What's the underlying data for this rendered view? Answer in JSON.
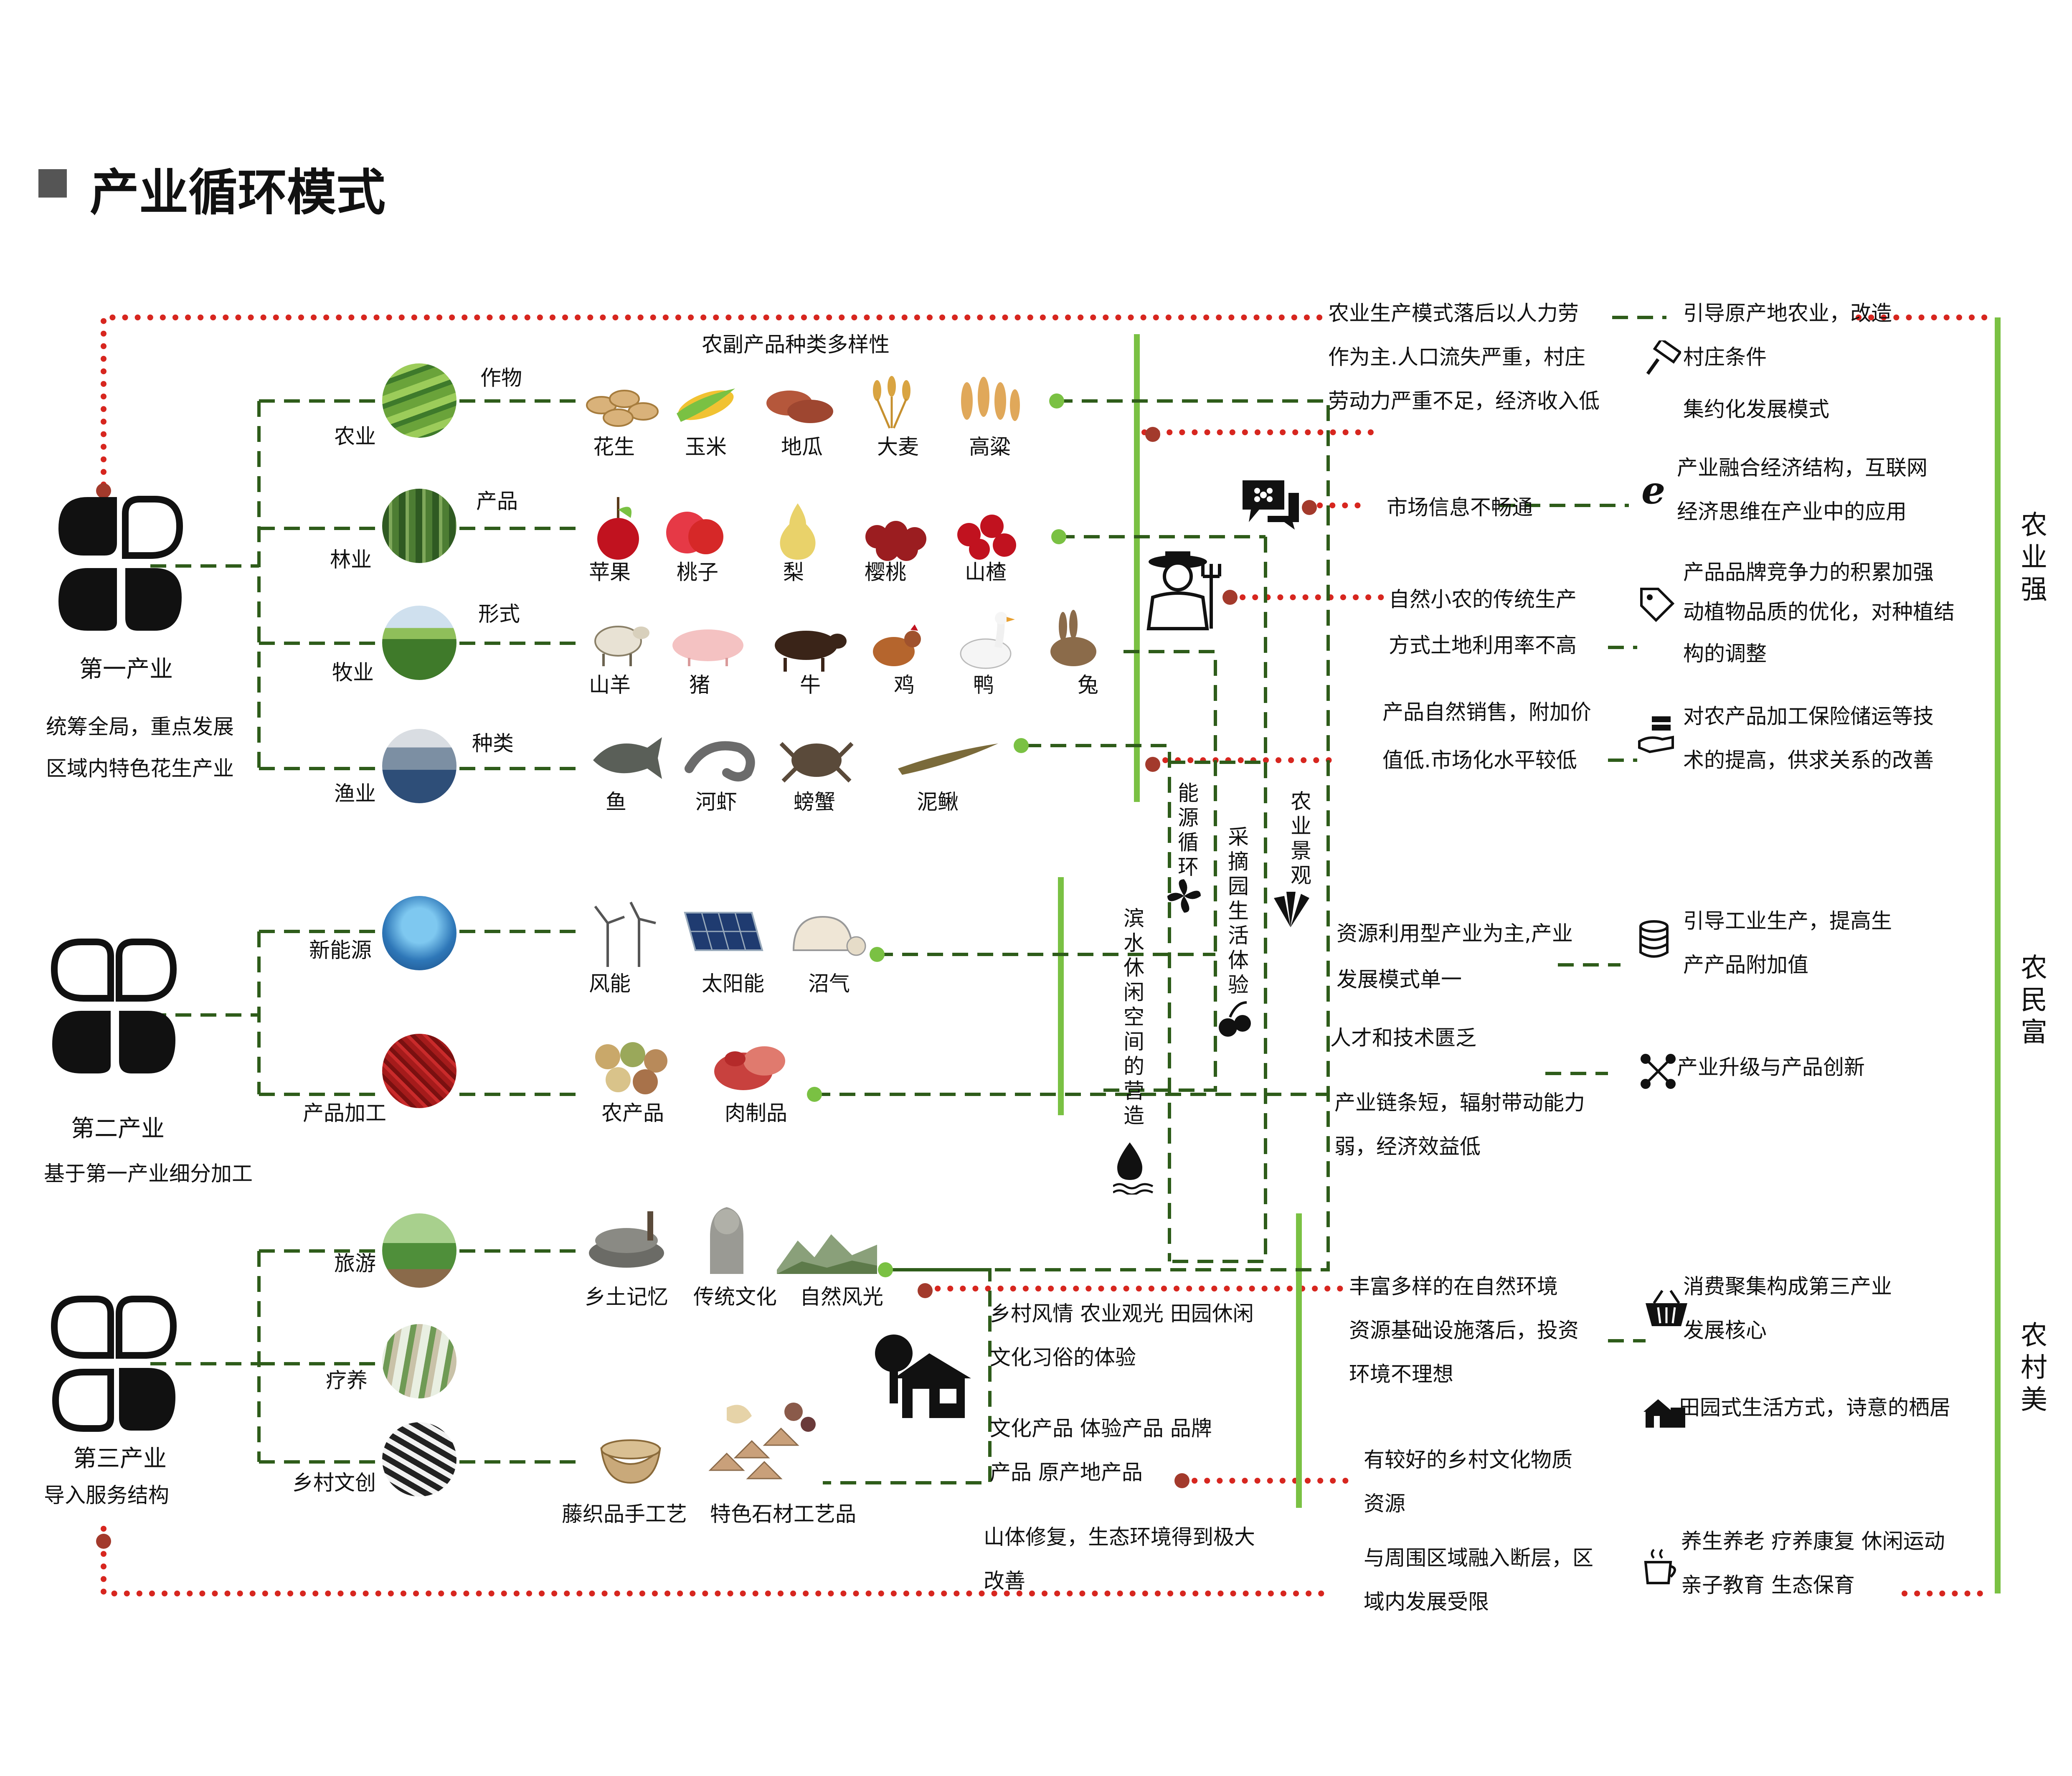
{
  "title": "产业循环模式",
  "top_label": "农副产品种类多样性",
  "primary": {
    "name": "第一产业",
    "desc1": "统筹全局，重点发展",
    "desc2": "区域内特色花生产业",
    "branches": [
      {
        "sector": "农业",
        "kind": "作物",
        "items": [
          "花生",
          "玉米",
          "地瓜",
          "大麦",
          "高粱"
        ]
      },
      {
        "sector": "林业",
        "kind": "产品",
        "items": [
          "苹果",
          "桃子",
          "梨",
          "樱桃",
          "山楂"
        ]
      },
      {
        "sector": "牧业",
        "kind": "形式",
        "items": [
          "山羊",
          "猪",
          "牛",
          "鸡",
          "鸭",
          "兔"
        ]
      },
      {
        "sector": "渔业",
        "kind": "种类",
        "items": [
          "鱼",
          "河虾",
          "螃蟹",
          "泥鳅"
        ]
      }
    ]
  },
  "secondary": {
    "name": "第二产业",
    "desc": "基于第一产业细分加工",
    "branches": [
      {
        "sector": "新能源",
        "items": [
          "风能",
          "太阳能",
          "沼气"
        ]
      },
      {
        "sector": "产品加工",
        "items": [
          "农产品",
          "肉制品"
        ]
      }
    ]
  },
  "tertiary": {
    "name": "第三产业",
    "desc": "导入服务结构",
    "branches": [
      {
        "sector": "旅游",
        "items": [
          "乡土记忆",
          "传统文化",
          "自然风光"
        ]
      },
      {
        "sector": "疗养",
        "items": []
      },
      {
        "sector": "乡村文创",
        "items": [
          "藤织品手工艺",
          "特色石材工艺品"
        ]
      }
    ]
  },
  "vertical_labels": {
    "energy": "能源循环",
    "picking": "采摘园生活体验",
    "landscape": "农业景观",
    "waterfront": "滨水休闲空间的营造"
  },
  "middle_texts": {
    "rural_1": "乡村风情  农业观光  田园休闲",
    "rural_2": "文化习俗的体验",
    "culture_1": "文化产品  体验产品  品牌",
    "culture_2": "产品  原产地产品",
    "eco_1": "山体修复，生态环境得到极大",
    "eco_2": "改善"
  },
  "problems": [
    [
      "农业生产模式落后以人力劳",
      "作为主.人口流失严重，村庄",
      "劳动力严重不足，经济收入低"
    ],
    [
      "市场信息不畅通"
    ],
    [
      "自然小农的传统生产",
      "方式土地利用率不高"
    ],
    [
      "产品自然销售，附加价",
      "值低.市场化水平较低"
    ],
    [
      "资源利用型产业为主,产业",
      "发展模式单一"
    ],
    [
      "人才和技术匮乏"
    ],
    [
      "产业链条短，辐射带动能力",
      "弱，经济效益低"
    ],
    [
      "丰富多样的在自然环境",
      "资源基础设施落后，投资",
      "环境不理想"
    ],
    [
      "有较好的乡村文化物质",
      "资源"
    ],
    [
      "与周围区域融入断层，区",
      "域内发展受限"
    ]
  ],
  "solutions": [
    [
      "引导原产地农业，改造",
      "村庄条件",
      "集约化发展模式"
    ],
    [
      "产业融合经济结构，互联网",
      "经济思维在产业中的应用"
    ],
    [
      "产品品牌竞争力的积累加强",
      "动植物品质的优化，对种植结",
      "构的调整"
    ],
    [
      "对农产品加工保险储运等技",
      "术的提高，供求关系的改善"
    ],
    [
      "引导工业生产，提高生",
      "产产品附加值"
    ],
    [
      "产业升级与产品创新"
    ],
    [
      "消费聚集构成第三产业",
      "发展核心"
    ],
    [
      "田园式生活方式，诗意的栖居"
    ],
    [
      "养生养老  疗养康复  休闲运动",
      "亲子教育   生态保育"
    ]
  ],
  "goals": [
    "农业强",
    "农民富",
    "农村美"
  ],
  "colors": {
    "green_line": "#7ac143",
    "dash_green": "#2e5c1a",
    "red_dot": "#d7261f",
    "node_brown": "#a33a2c"
  }
}
